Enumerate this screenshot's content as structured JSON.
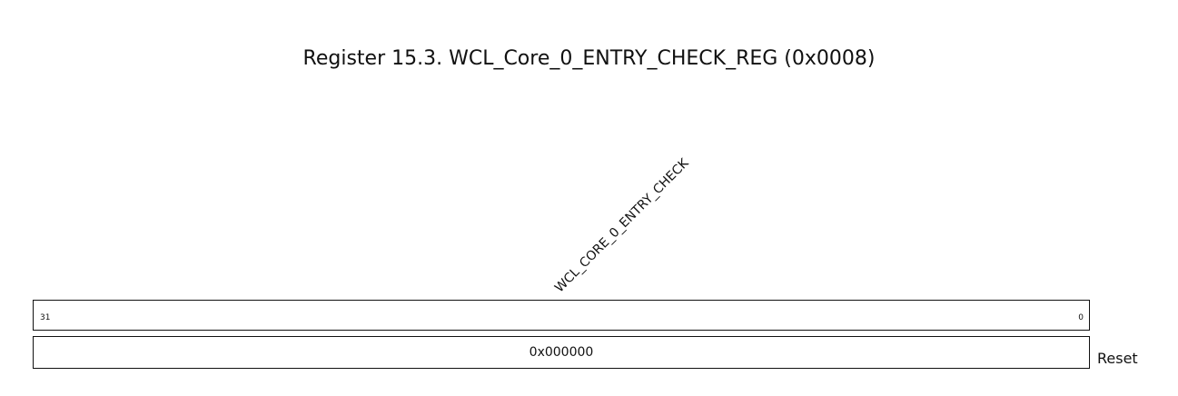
{
  "title": "Register 15.3. WCL_Core_0_ENTRY_CHECK_REG (0x0008)",
  "field": {
    "name": "WCL_CORE_0_ENTRY_CHECK"
  },
  "bits": {
    "high": "31",
    "low": "0"
  },
  "reset": {
    "value": "0x000000",
    "label": "Reset"
  }
}
